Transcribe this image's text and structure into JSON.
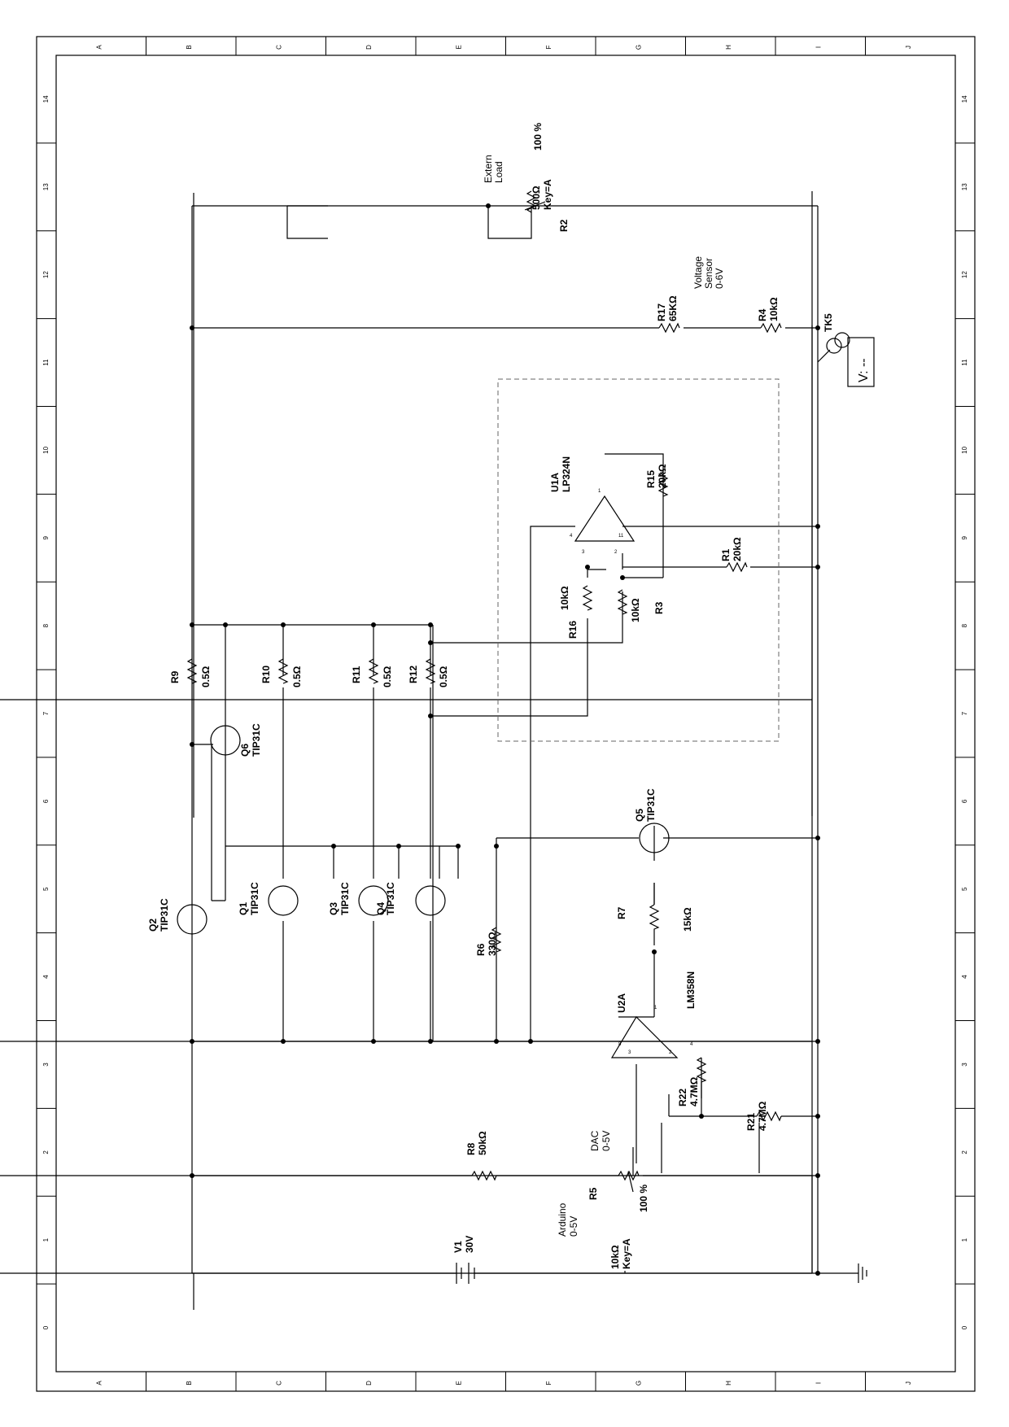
{
  "frame": {
    "columns": [
      "A",
      "B",
      "C",
      "D",
      "E",
      "F",
      "G",
      "H",
      "I",
      "J"
    ],
    "rows": [
      "0",
      "1",
      "2",
      "3",
      "4",
      "5",
      "6",
      "7",
      "8",
      "9",
      "10",
      "11",
      "12",
      "13",
      "14"
    ]
  },
  "components": {
    "v1": {
      "ref": "V1",
      "value": "30V"
    },
    "r8": {
      "ref": "R8",
      "value": "50kΩ"
    },
    "r5": {
      "ref": "R5",
      "value": "10kΩ",
      "key": "Key=A",
      "percent": "100 %"
    },
    "arduino": {
      "line1": "Arduino",
      "line2": "0-5V"
    },
    "dac": {
      "line1": "DAC",
      "line2": "0-5V"
    },
    "r21": {
      "ref": "R21",
      "value": "4.7MΩ"
    },
    "r22": {
      "ref": "R22",
      "value": "4.7MΩ"
    },
    "u2a": {
      "ref": "U2A",
      "part": "LM358N"
    },
    "r7": {
      "ref": "R7",
      "value": "15kΩ"
    },
    "q5": {
      "ref": "Q5",
      "part": "TIP31C"
    },
    "r6": {
      "ref": "R6",
      "value": "330Ω"
    },
    "q2": {
      "ref": "Q2",
      "part": "TIP31C"
    },
    "q1": {
      "ref": "Q1",
      "part": "TIP31C"
    },
    "q3": {
      "ref": "Q3",
      "part": "TIP31C"
    },
    "q4": {
      "ref": "Q4",
      "part": "TIP31C"
    },
    "q6": {
      "ref": "Q6",
      "part": "TIP31C"
    },
    "r9": {
      "ref": "R9",
      "value": "0.5Ω"
    },
    "r10": {
      "ref": "R10",
      "value": "0.5Ω"
    },
    "r11": {
      "ref": "R11",
      "value": "0.5Ω"
    },
    "r12": {
      "ref": "R12",
      "value": "0.5Ω"
    },
    "r16": {
      "ref": "R16",
      "value": "10kΩ"
    },
    "r3": {
      "ref": "R3",
      "value": "10kΩ"
    },
    "r1": {
      "ref": "R1",
      "value": "20kΩ"
    },
    "r15": {
      "ref": "R15",
      "value": "20kΩ"
    },
    "u1a": {
      "ref": "U1A",
      "part": "LP324N"
    },
    "r17": {
      "ref": "R17",
      "value": "65KΩ"
    },
    "r4": {
      "ref": "R4",
      "value": "10kΩ"
    },
    "sensor": {
      "line1": "Voltage",
      "line2": "Sensor",
      "line3": "0-6V"
    },
    "tk5": {
      "ref": "TK5",
      "display": "V: --"
    },
    "r2": {
      "ref": "R2",
      "value": "500Ω",
      "key": "Key=A",
      "percent": "100 %"
    },
    "load": {
      "line1": "Extern",
      "line2": "Load"
    }
  }
}
